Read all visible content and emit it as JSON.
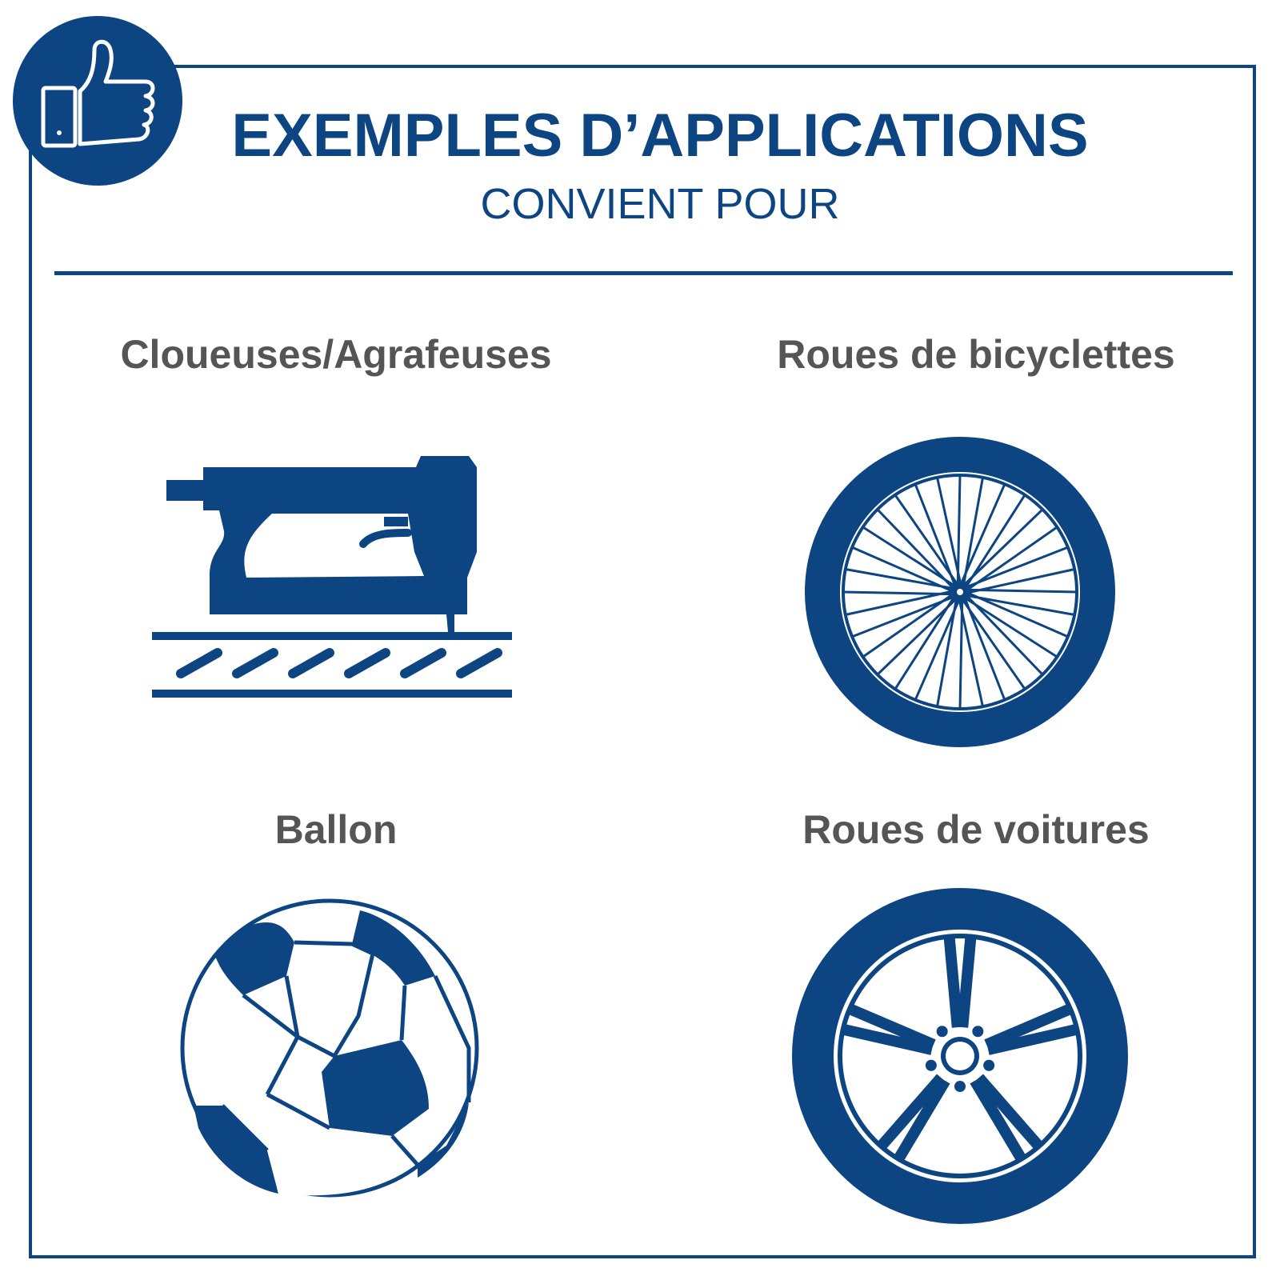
{
  "header": {
    "title": "EXEMPLES D’APPLICATIONS",
    "subtitle": "CONVIENT POUR",
    "badge_icon": "thumbs-up-icon"
  },
  "applications": [
    {
      "label": "Cloueuses/Agrafeuses",
      "icon": "nail-gun-icon"
    },
    {
      "label": "Roues de bicyclettes",
      "icon": "bicycle-wheel-icon"
    },
    {
      "label": "Ballon",
      "icon": "soccer-ball-icon"
    },
    {
      "label": "Roues de voitures",
      "icon": "car-wheel-icon"
    }
  ],
  "colors": {
    "primary": "#0d4582",
    "label": "#555555",
    "background": "#ffffff"
  }
}
